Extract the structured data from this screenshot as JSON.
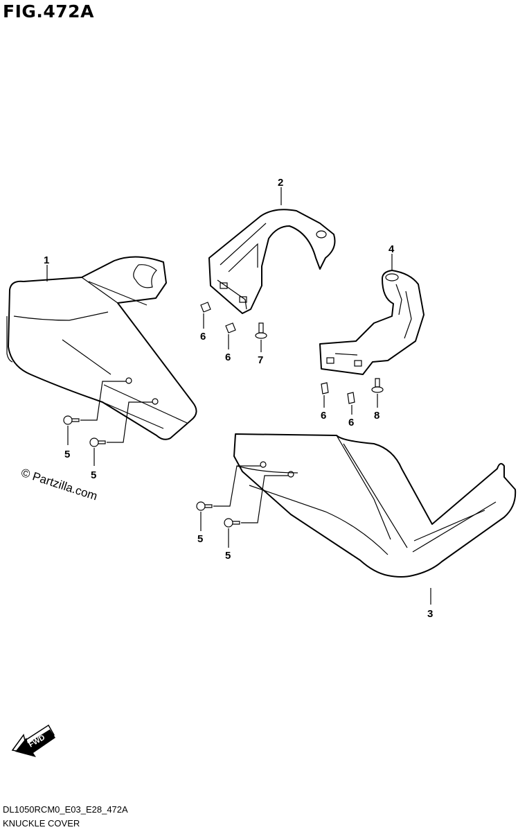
{
  "figure": {
    "title": "FIG.472A",
    "code": "DL1050RCM0_E03_E28_472A",
    "name": "KNUCKLE COVER",
    "watermark": "© Partzilla.com",
    "fwd_label": "FWD"
  },
  "callouts": [
    {
      "id": "c1",
      "label": "1"
    },
    {
      "id": "c2",
      "label": "2"
    },
    {
      "id": "c3",
      "label": "3"
    },
    {
      "id": "c4",
      "label": "4"
    },
    {
      "id": "c6a",
      "label": "6"
    },
    {
      "id": "c6b",
      "label": "6"
    },
    {
      "id": "c7",
      "label": "7"
    },
    {
      "id": "c6c",
      "label": "6"
    },
    {
      "id": "c6d",
      "label": "6"
    },
    {
      "id": "c8",
      "label": "8"
    },
    {
      "id": "c5a",
      "label": "5"
    },
    {
      "id": "c5b",
      "label": "5"
    },
    {
      "id": "c5c",
      "label": "5"
    },
    {
      "id": "c5d",
      "label": "5"
    }
  ]
}
